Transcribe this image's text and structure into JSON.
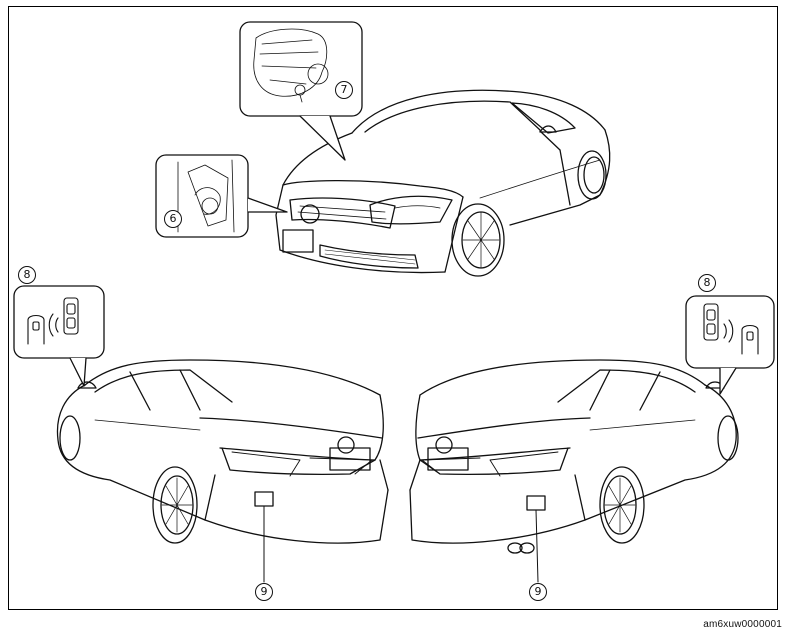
{
  "callouts": {
    "c6": "6",
    "c7": "7",
    "c8_left": "8",
    "c8_right": "8",
    "c9_left": "9",
    "c9_right": "9"
  },
  "image_code": "am6xuw0000001",
  "icons": [
    "engine-detail",
    "horn-detail",
    "car-front-view",
    "car-rear-left-view",
    "car-rear-right-view",
    "keyless-signal-icon",
    "rear-sensor-module"
  ],
  "colors": {
    "line": "#111111",
    "background": "#ffffff",
    "shade": "#d9d9d9"
  }
}
